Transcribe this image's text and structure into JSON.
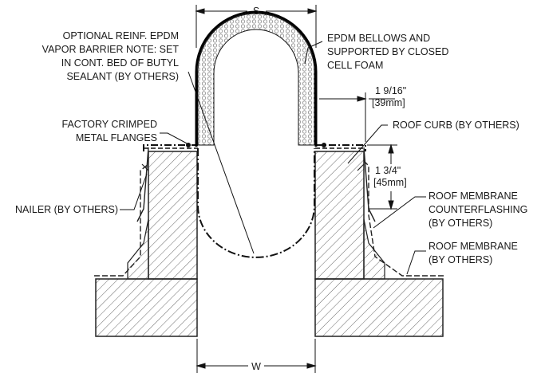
{
  "labels": {
    "dim_s": "S",
    "dim_w": "W",
    "vapor_barrier": [
      "OPTIONAL REINF. EPDM",
      "VAPOR BARRIER NOTE: SET",
      "IN CONT. BED OF BUTYL",
      "SEALANT (BY OTHERS)"
    ],
    "bellows": [
      "EPDM BELLOWS AND",
      "SUPPORTED BY CLOSED",
      "CELL FOAM"
    ],
    "flanges": [
      "FACTORY CRIMPED",
      "METAL FLANGES"
    ],
    "dim_flange": [
      "1 9/16\"",
      "[39mm]"
    ],
    "roof_curb": "ROOF CURB (BY OTHERS)",
    "dim_curb": [
      "1 3/4\"",
      "[45mm]"
    ],
    "nailer": "NAILER (BY OTHERS)",
    "counterflashing": [
      "ROOF MEMBRANE",
      "COUNTERFLASHING",
      "(BY OTHERS)"
    ],
    "membrane": [
      "ROOF MEMBRANE",
      "(BY OTHERS)"
    ]
  }
}
